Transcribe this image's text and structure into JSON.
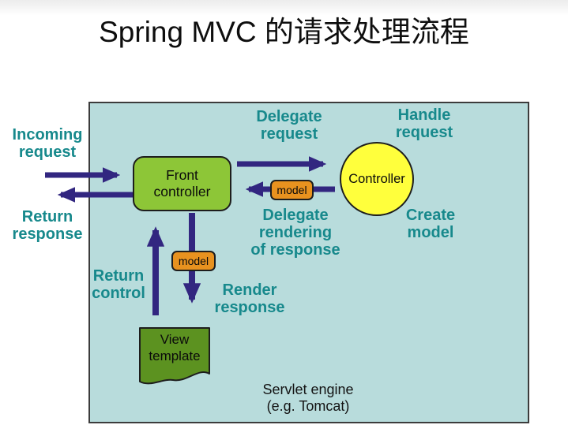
{
  "title": "Spring MVC 的请求处理流程",
  "colors": {
    "container_fill": "#b8dcdc",
    "container_border": "#3c3c3c",
    "teal_label": "#17898c",
    "arrow": "#322680",
    "front_controller_fill": "#8dc637",
    "controller_fill": "#ffff3c",
    "view_template_fill": "#5c9220",
    "model_fill": "#e8921f"
  },
  "diagram": {
    "nodes": {
      "front_controller": "Front\ncontroller",
      "controller": "Controller",
      "view_template": "View\ntemplate",
      "model_top": "model",
      "model_bottom": "model"
    },
    "labels": {
      "incoming_request": "Incoming\nrequest",
      "return_response": "Return\nresponse",
      "delegate_request": "Delegate\nrequest",
      "handle_request": "Handle\nrequest",
      "delegate_rendering": "Delegate\nrendering\nof response",
      "create_model": "Create\nmodel",
      "return_control": "Return\ncontrol",
      "render_response": "Render\nresponse",
      "servlet_engine": "Servlet engine\n(e.g. Tomcat)"
    },
    "arrows": [
      "incoming-request-arrow",
      "return-response-arrow",
      "delegate-request-arrow",
      "model-to-front-controller-arrow",
      "return-control-arrow",
      "render-response-arrow"
    ]
  }
}
